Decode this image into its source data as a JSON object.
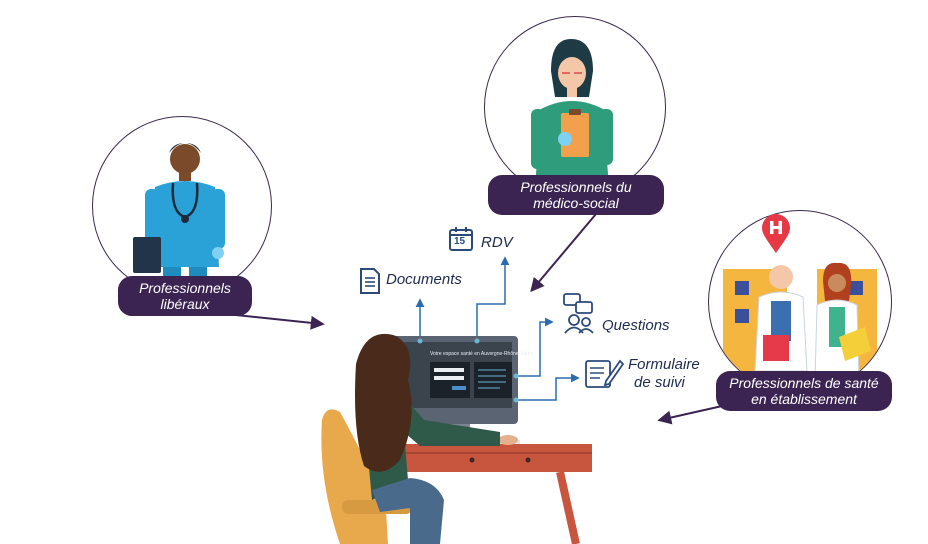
{
  "nodes": {
    "liberaux": {
      "line1": "Professionnels",
      "line2": "libéraux"
    },
    "medico": {
      "line1": "Professionnels du",
      "line2": "médico-social"
    },
    "etablissement": {
      "line1": "Professionnels de santé",
      "line2": "en établissement"
    }
  },
  "features": {
    "documents": "Documents",
    "rdv": "RDV",
    "rdv_icon_number": "15",
    "questions": "Questions",
    "formulaire_line1": "Formulaire",
    "formulaire_line2": "de suivi"
  },
  "screen": {
    "header": "Votre espace santé en Auvergne-Rhône-Alpes"
  },
  "colors": {
    "pill_bg": "#3b2452",
    "arrow": "#3b2452",
    "connector": "#2b6cb0",
    "accent_red": "#e63946"
  }
}
